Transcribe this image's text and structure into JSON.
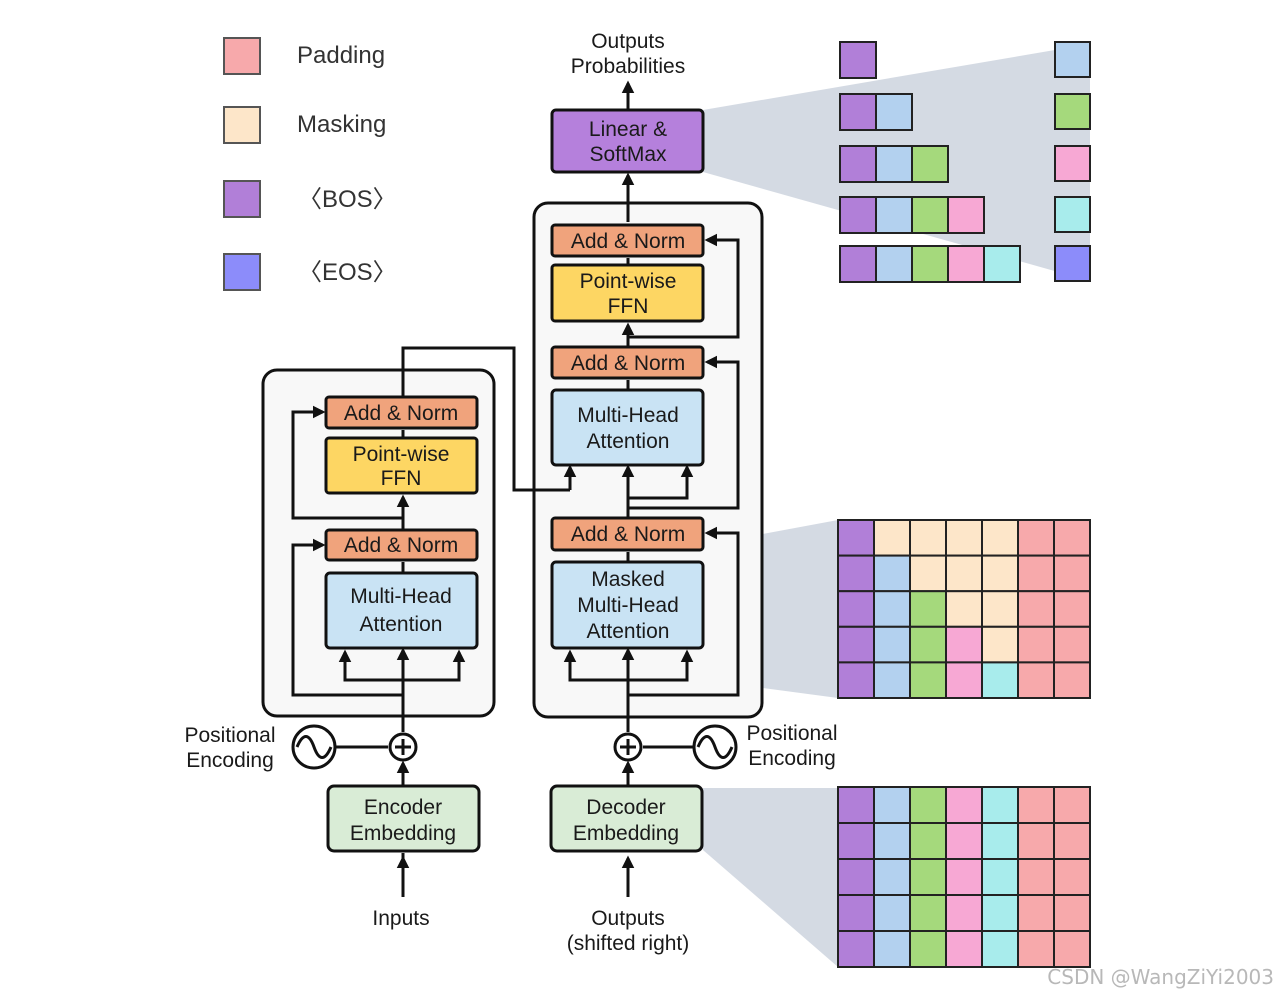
{
  "colors": {
    "padding": "#f7a9ab",
    "masking": "#fde6c9",
    "bos": "#b17fd8",
    "eos": "#8c8cfa",
    "tok_blue": "#b3d1ef",
    "tok_green": "#a5d97c",
    "tok_pink": "#f7a8d4",
    "tok_cyan": "#a8ecec",
    "addnorm": "#f0a37c",
    "ffn": "#fdd663",
    "attention": "#c9e3f4",
    "embedding": "#d9ecd6",
    "linear": "#b580dc",
    "panel_shade": "#aab5c8"
  },
  "legend": [
    {
      "label": "Padding",
      "color_key": "padding"
    },
    {
      "label": "Masking",
      "color_key": "masking"
    },
    {
      "label": "〈BOS〉",
      "color_key": "bos"
    },
    {
      "label": "〈EOS〉",
      "color_key": "eos"
    }
  ],
  "encoder": {
    "add_norm_top": "Add & Norm",
    "ffn": [
      "Point-wise",
      "FFN"
    ],
    "add_norm_bottom": "Add & Norm",
    "attention": [
      "Multi-Head",
      "Attention"
    ],
    "embedding": [
      "Encoder",
      "Embedding"
    ],
    "input_label": "Inputs",
    "pos_label": [
      "Positional",
      "Encoding"
    ]
  },
  "decoder": {
    "add_norm_top": "Add & Norm",
    "ffn": [
      "Point-wise",
      "FFN"
    ],
    "add_norm_mid": "Add & Norm",
    "attention": [
      "Multi-Head",
      "Attention"
    ],
    "add_norm_bottom": "Add & Norm",
    "masked_attention": [
      "Masked",
      "Multi-Head",
      "Attention"
    ],
    "embedding": [
      "Decoder",
      "Embedding"
    ],
    "input_label": [
      "Outputs",
      "(shifted right)"
    ],
    "pos_label": [
      "Positional",
      "Encoding"
    ]
  },
  "output": {
    "linear": [
      "Linear &",
      "SoftMax"
    ],
    "label": [
      "Outputs",
      "Probabilities"
    ]
  },
  "output_stair": {
    "rows": [
      [
        "bos"
      ],
      [
        "bos",
        "tok_blue"
      ],
      [
        "bos",
        "tok_blue",
        "tok_green"
      ],
      [
        "bos",
        "tok_blue",
        "tok_green",
        "tok_pink"
      ],
      [
        "bos",
        "tok_blue",
        "tok_green",
        "tok_pink",
        "tok_cyan"
      ]
    ],
    "predictions": [
      "tok_blue",
      "tok_green",
      "tok_pink",
      "tok_cyan",
      "eos"
    ]
  },
  "mask_grid": [
    [
      "bos",
      "masking",
      "masking",
      "masking",
      "masking",
      "padding",
      "padding"
    ],
    [
      "bos",
      "tok_blue",
      "masking",
      "masking",
      "masking",
      "padding",
      "padding"
    ],
    [
      "bos",
      "tok_blue",
      "tok_green",
      "masking",
      "masking",
      "padding",
      "padding"
    ],
    [
      "bos",
      "tok_blue",
      "tok_green",
      "tok_pink",
      "masking",
      "padding",
      "padding"
    ],
    [
      "bos",
      "tok_blue",
      "tok_green",
      "tok_pink",
      "tok_cyan",
      "padding",
      "padding"
    ]
  ],
  "embed_grid": [
    [
      "bos",
      "tok_blue",
      "tok_green",
      "tok_pink",
      "tok_cyan",
      "padding",
      "padding"
    ],
    [
      "bos",
      "tok_blue",
      "tok_green",
      "tok_pink",
      "tok_cyan",
      "padding",
      "padding"
    ],
    [
      "bos",
      "tok_blue",
      "tok_green",
      "tok_pink",
      "tok_cyan",
      "padding",
      "padding"
    ],
    [
      "bos",
      "tok_blue",
      "tok_green",
      "tok_pink",
      "tok_cyan",
      "padding",
      "padding"
    ],
    [
      "bos",
      "tok_blue",
      "tok_green",
      "tok_pink",
      "tok_cyan",
      "padding",
      "padding"
    ]
  ],
  "watermark": "CSDN @WangZiYi2003"
}
